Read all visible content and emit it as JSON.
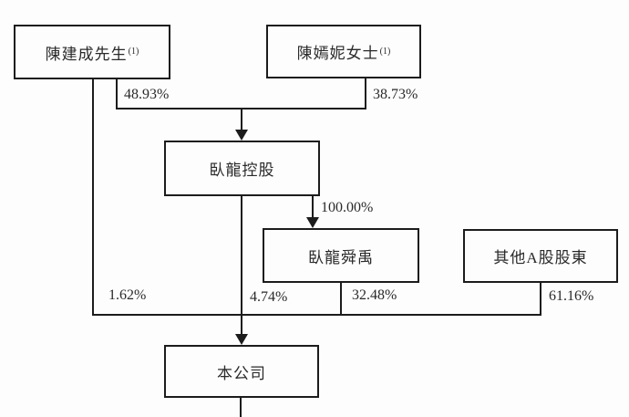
{
  "diagram": {
    "title": "shareholding-structure-chart",
    "background_color": "#fdfdfd",
    "line_color": "#1c1c1c",
    "nodes": {
      "chen_jiancheng": {
        "label": "陳建成先生",
        "footnote": "(1)"
      },
      "chen_yanni": {
        "label": "陳嫣妮女士",
        "footnote": "(1)"
      },
      "wolong_holdings": {
        "label": "臥龍控股"
      },
      "wolong_shunyu": {
        "label": "臥龍舜禹"
      },
      "other_a_shareholders": {
        "label": "其他A股股東"
      },
      "the_company": {
        "label": "本公司"
      }
    },
    "edges": {
      "jiancheng_to_holdings": "48.93%",
      "yanni_to_holdings": "38.73%",
      "holdings_to_shunyu": "100.00%",
      "jiancheng_to_company": "1.62%",
      "holdings_to_company": "4.74%",
      "shunyu_to_company": "32.48%",
      "other_a_to_company": "61.16%"
    }
  }
}
